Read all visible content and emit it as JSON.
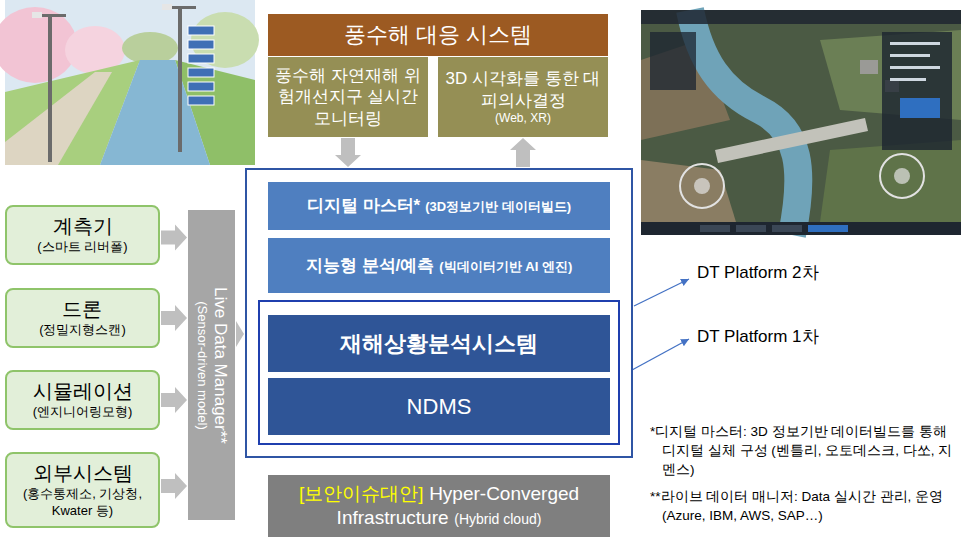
{
  "diagram": {
    "nodes": [
      {
        "text": [
          "풍수해 대응 시스템"
        ]
      },
      {
        "text": [
          "풍수해 자연재해 위험개선지구 실시간 모니터링"
        ]
      },
      {
        "text": [
          "3D 시각화를 통한 대피의사결정",
          "(Web, XR)"
        ]
      },
      {
        "text": [
          "DT Platform 2차"
        ]
      },
      {
        "text": [
          "디지털 마스터*",
          "(3D정보기반 데이터빌드)"
        ],
        "in": 3
      },
      {
        "text": [
          "지능형 분석/예측",
          "(빅데이터기반 AI 엔진)"
        ],
        "in": 3
      },
      {
        "text": [
          "DT Platform 1차"
        ],
        "in": 3
      },
      {
        "text": [
          "재해상황분석시스템"
        ],
        "in": 6
      },
      {
        "text": [
          "NDMS"
        ],
        "in": 6
      },
      {
        "text": [
          "계측기",
          "(스마트 리버폴)"
        ]
      },
      {
        "text": [
          "드론",
          "(정밀지형스캔)"
        ]
      },
      {
        "text": [
          "시뮬레이션",
          "(엔지니어링모형)"
        ]
      },
      {
        "text": [
          "외부시스템",
          "(홍수통제소, 기상청, Kwater 등)"
        ]
      },
      {
        "text": [
          "Live Data Manager**",
          "(Sensor-driven model)"
        ]
      },
      {
        "text": [
          "[보안이슈대안]",
          "Hyper-Converged Infrastructure",
          "(Hybrid cloud)"
        ]
      }
    ],
    "edges": [
      {
        "from": 9,
        "to": 13,
        "arrow": "to"
      },
      {
        "from": 10,
        "to": 13,
        "arrow": "to"
      },
      {
        "from": 11,
        "to": 13,
        "arrow": "to"
      },
      {
        "from": 12,
        "to": 13,
        "arrow": "to"
      },
      {
        "from": 13,
        "to": 3,
        "arrow": "to"
      },
      {
        "from": 1,
        "to": 3,
        "arrow": "to"
      },
      {
        "from": 3,
        "to": 2,
        "arrow": "to"
      }
    ],
    "labels": [
      "*디지털 마스터: 3D 정보기반 데이터빌드를 통해 디지털 실체 구성 (벤틀리, 오토데스크, 다쏘, 지멘스)",
      "**라이브 데이터 매니저: Data 실시간 관리, 운영 (Azure, IBM, AWS, SAP…)"
    ]
  }
}
